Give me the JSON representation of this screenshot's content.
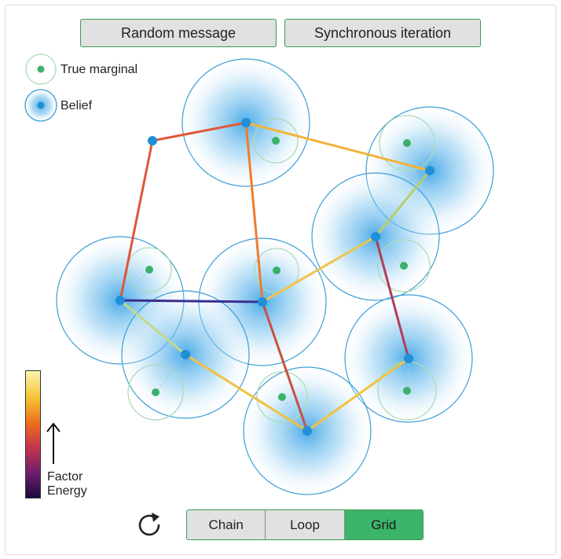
{
  "buttons": {
    "random_message": "Random message",
    "synchronous_iteration": "Synchronous iteration"
  },
  "legend": {
    "true_marginal": "True marginal",
    "belief": "Belief"
  },
  "colorbar": {
    "label_line1": "Factor",
    "label_line2": "Energy"
  },
  "topology": {
    "options": [
      "Chain",
      "Loop",
      "Grid"
    ],
    "selected": "Grid"
  },
  "colors": {
    "accent_green": "#3cb469",
    "belief_blue": "#1f8fd8",
    "marginal_green": "#3cb06a"
  },
  "icons": [
    "refresh-icon",
    "up-arrow-icon"
  ]
}
